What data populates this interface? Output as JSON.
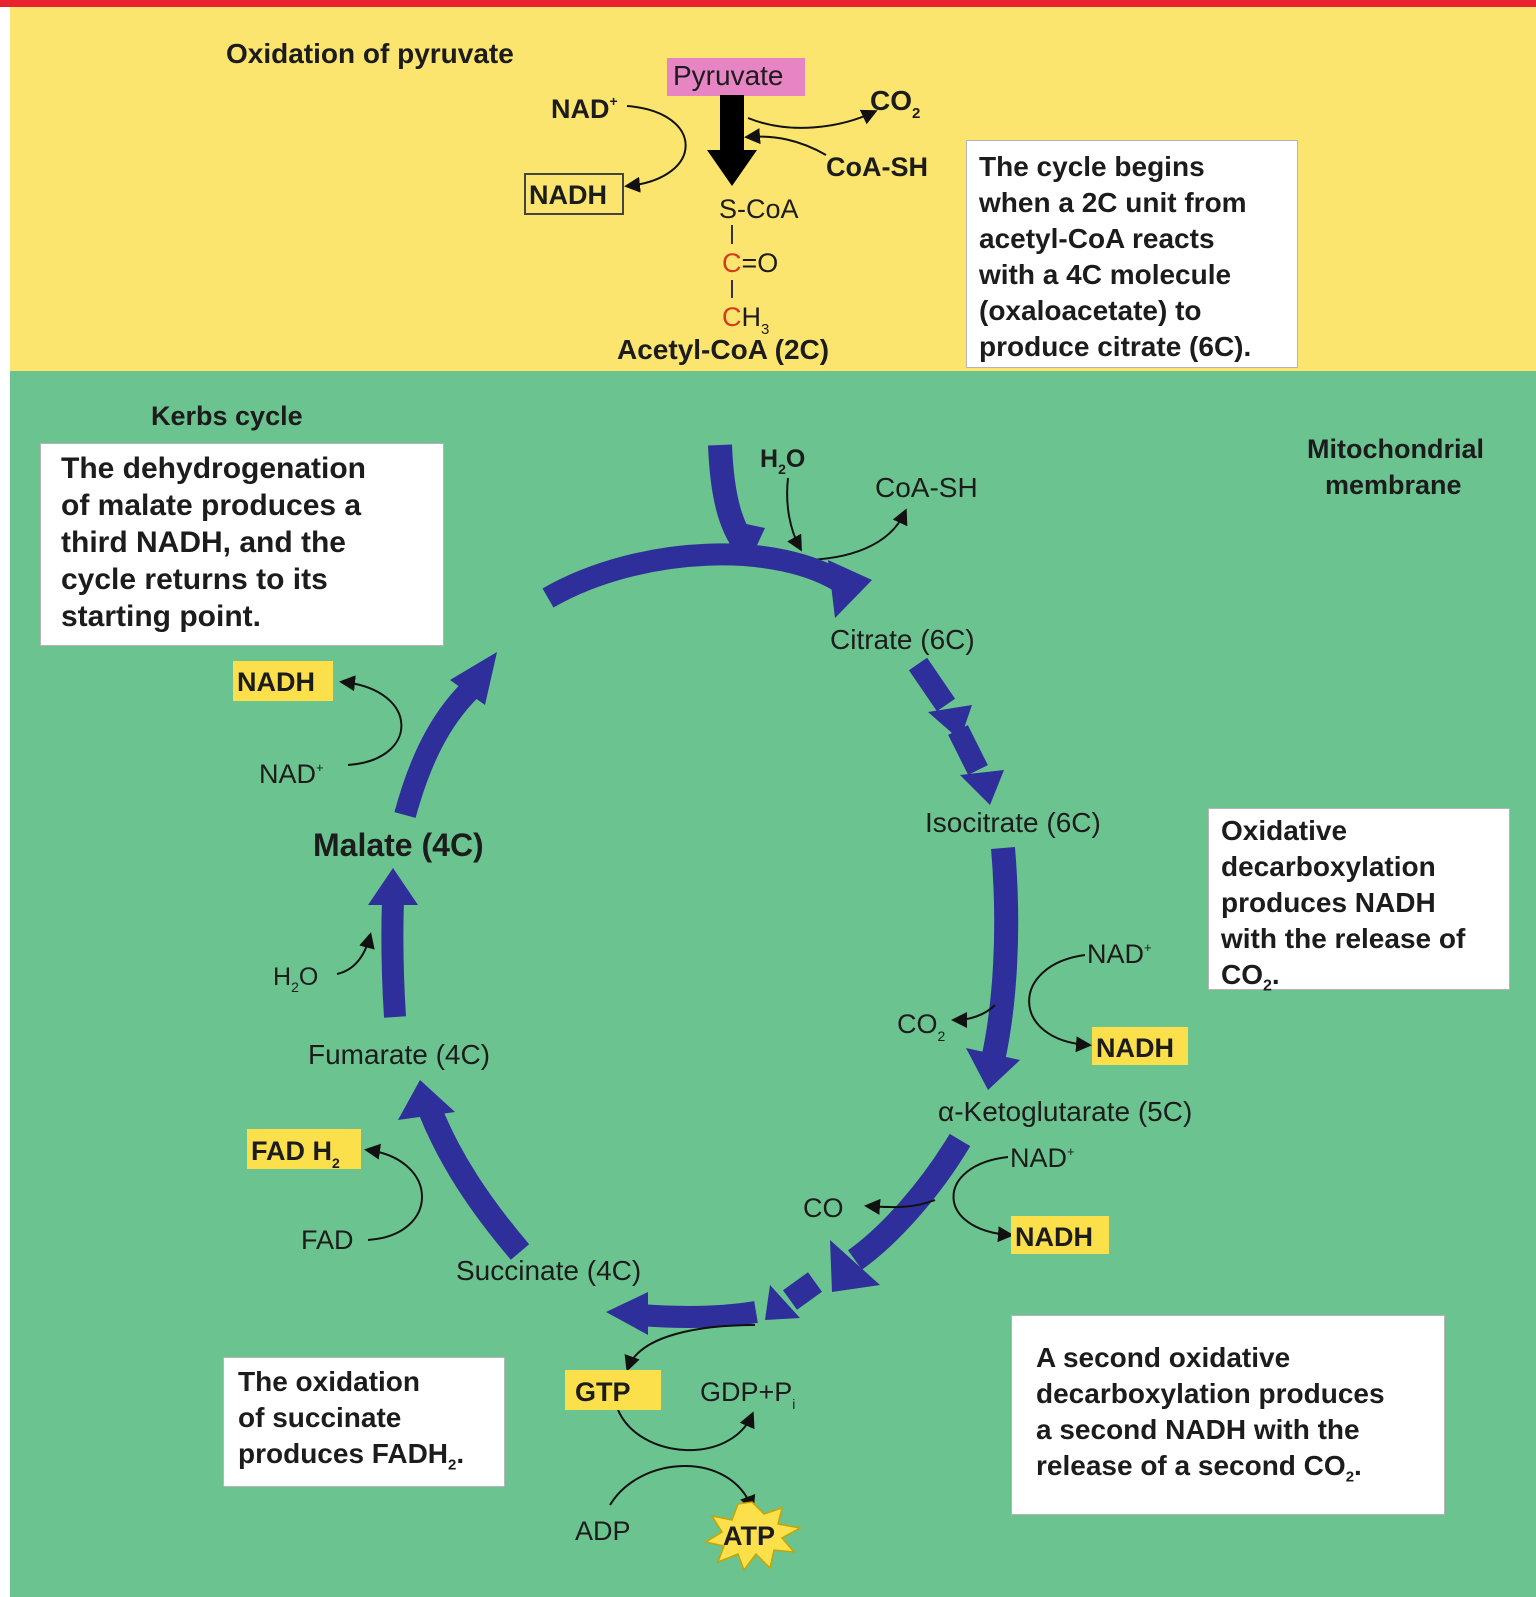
{
  "colors": {
    "top_border": "#e8232f",
    "upper_bg": "#fbe56f",
    "lower_bg": "#6bc38f",
    "arrow": "#2e2f9a",
    "highlight": "#fbe04b",
    "pyruvate_bg": "#e784c3",
    "carbon_red": "#d43a1c"
  },
  "pyruvate_panel": {
    "title": "Oxidation of pyruvate",
    "pyruvate": "Pyruvate",
    "nad_plus": "NAD",
    "nad_plus_sup": "+",
    "nadh": "NADH",
    "co2": "CO",
    "co2_sub": "2",
    "coa_sh": "CoA-SH",
    "s_coa": "S-CoA",
    "carbonyl_c": "C",
    "carbonyl_o": "=O",
    "methyl_c": "C",
    "methyl_h": "H",
    "methyl_sub": "3",
    "acetyl_coa": "Acetyl-CoA (2C)",
    "note": [
      "The cycle begins",
      "when a 2C unit from",
      "acetyl-CoA reacts",
      "with a 4C molecule",
      "(oxaloacetate) to",
      "produce citrate (6C)."
    ]
  },
  "cycle": {
    "title": "Kerbs cycle",
    "membrane": [
      "Mitochondrial",
      "membrane"
    ],
    "h2o_top": "H",
    "h2o_sub": "2",
    "h2o_o": "O",
    "coa_sh": "CoA-SH",
    "citrate": "Citrate (6C)",
    "isocitrate": "Isocitrate (6C)",
    "ketoglutarate": "α-Ketoglutarate (5C)",
    "succinate": "Succinate (4C)",
    "fumarate": "Fumarate (4C)",
    "malate": "Malate (4C)",
    "nad_plus": "NAD",
    "nad_sup": "+",
    "nadh": "NADH",
    "co2": "CO",
    "co2_sub": "2",
    "co_only": "CO",
    "fad": "FAD",
    "fadh2": "FAD H",
    "fadh2_sub": "2",
    "gtp": "GTP",
    "gdp_pi": "GDP+P",
    "gdp_sub": "i",
    "adp": "ADP",
    "atp": "ATP",
    "note_malate": [
      "The dehydrogenation",
      "of malate produces a",
      "third NADH, and the",
      "cycle returns to its",
      "starting point."
    ],
    "note_isocitrate": [
      "Oxidative",
      "decarboxylation",
      "produces NADH",
      "with the release of",
      "CO"
    ],
    "note_isocitrate_sub": "2",
    "note_isocitrate_end": ".",
    "note_succinate": [
      "The oxidation",
      "of succinate",
      "produces FADH"
    ],
    "note_succinate_sub": "2",
    "note_succinate_end": ".",
    "note_ketoglutarate": [
      "A second oxidative",
      "decarboxylation produces",
      "a second NADH with the",
      "release of a second CO"
    ],
    "note_ketoglutarate_sub": "2",
    "note_ketoglutarate_end": "."
  }
}
